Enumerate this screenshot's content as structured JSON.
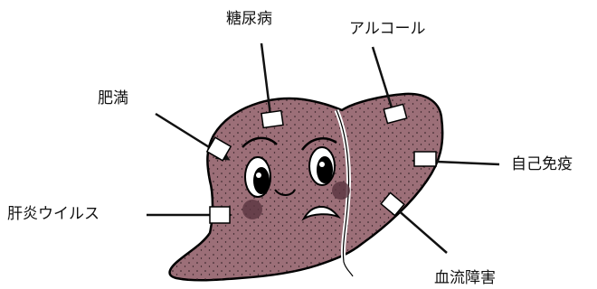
{
  "labels": {
    "diabetes": "糖尿病",
    "alcohol": "アルコール",
    "obesity": "肥満",
    "autoimmune": "自己免疫",
    "hepatitis_virus": "肝炎ウイルス",
    "blood_flow": "血流障害"
  },
  "colors": {
    "liver": "#9c6f78",
    "outline": "#000000",
    "arrow": "#111111"
  }
}
